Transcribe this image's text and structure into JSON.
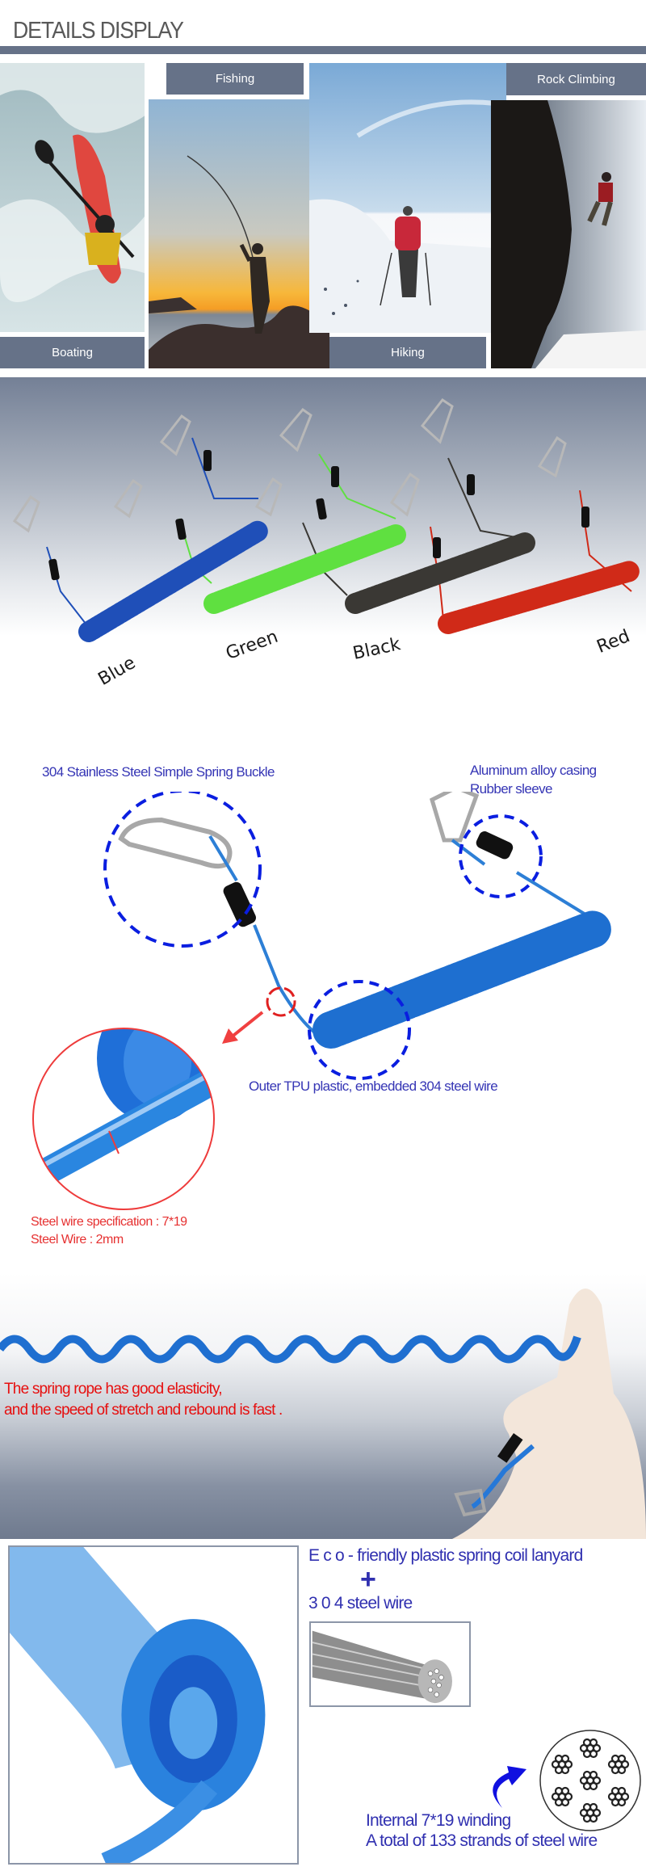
{
  "header": {
    "title": "DETAILS DISPLAY",
    "accent_color": "#667288"
  },
  "activities": [
    {
      "label": "Boating",
      "photo": "kayaker-in-whitewater"
    },
    {
      "label": "Fishing",
      "photo": "angler-at-sunset"
    },
    {
      "label": "Hiking",
      "photo": "hiker-in-snow"
    },
    {
      "label": "Rock Climbing",
      "photo": "climber-on-cliff"
    }
  ],
  "color_options": [
    {
      "label": "Blue",
      "color": "#1f4fb8"
    },
    {
      "label": "Green",
      "color": "#5fe040"
    },
    {
      "label": "Black",
      "color": "#3a3834"
    },
    {
      "label": "Red",
      "color": "#d02a18"
    }
  ],
  "features": {
    "buckle": "304 Stainless Steel Simple Spring Buckle",
    "casing_line1": "Aluminum alloy casing",
    "casing_line2": "Rubber sleeve",
    "outer": "Outer TPU plastic, embedded 304 steel wire",
    "spec_line1": "Steel wire specification : 7*19",
    "spec_line2": "Steel Wire  : 2mm"
  },
  "elasticity": {
    "line1": "The spring rope has good elasticity,",
    "line2": "and the speed of stretch and rebound is fast ."
  },
  "material": {
    "line1": "E c o - friendly plastic spring coil lanyard",
    "plus": "+",
    "line2": "3 0 4 steel wire",
    "winding": "Internal 7*19 winding",
    "strands": "A total of 133 strands of steel wire"
  }
}
